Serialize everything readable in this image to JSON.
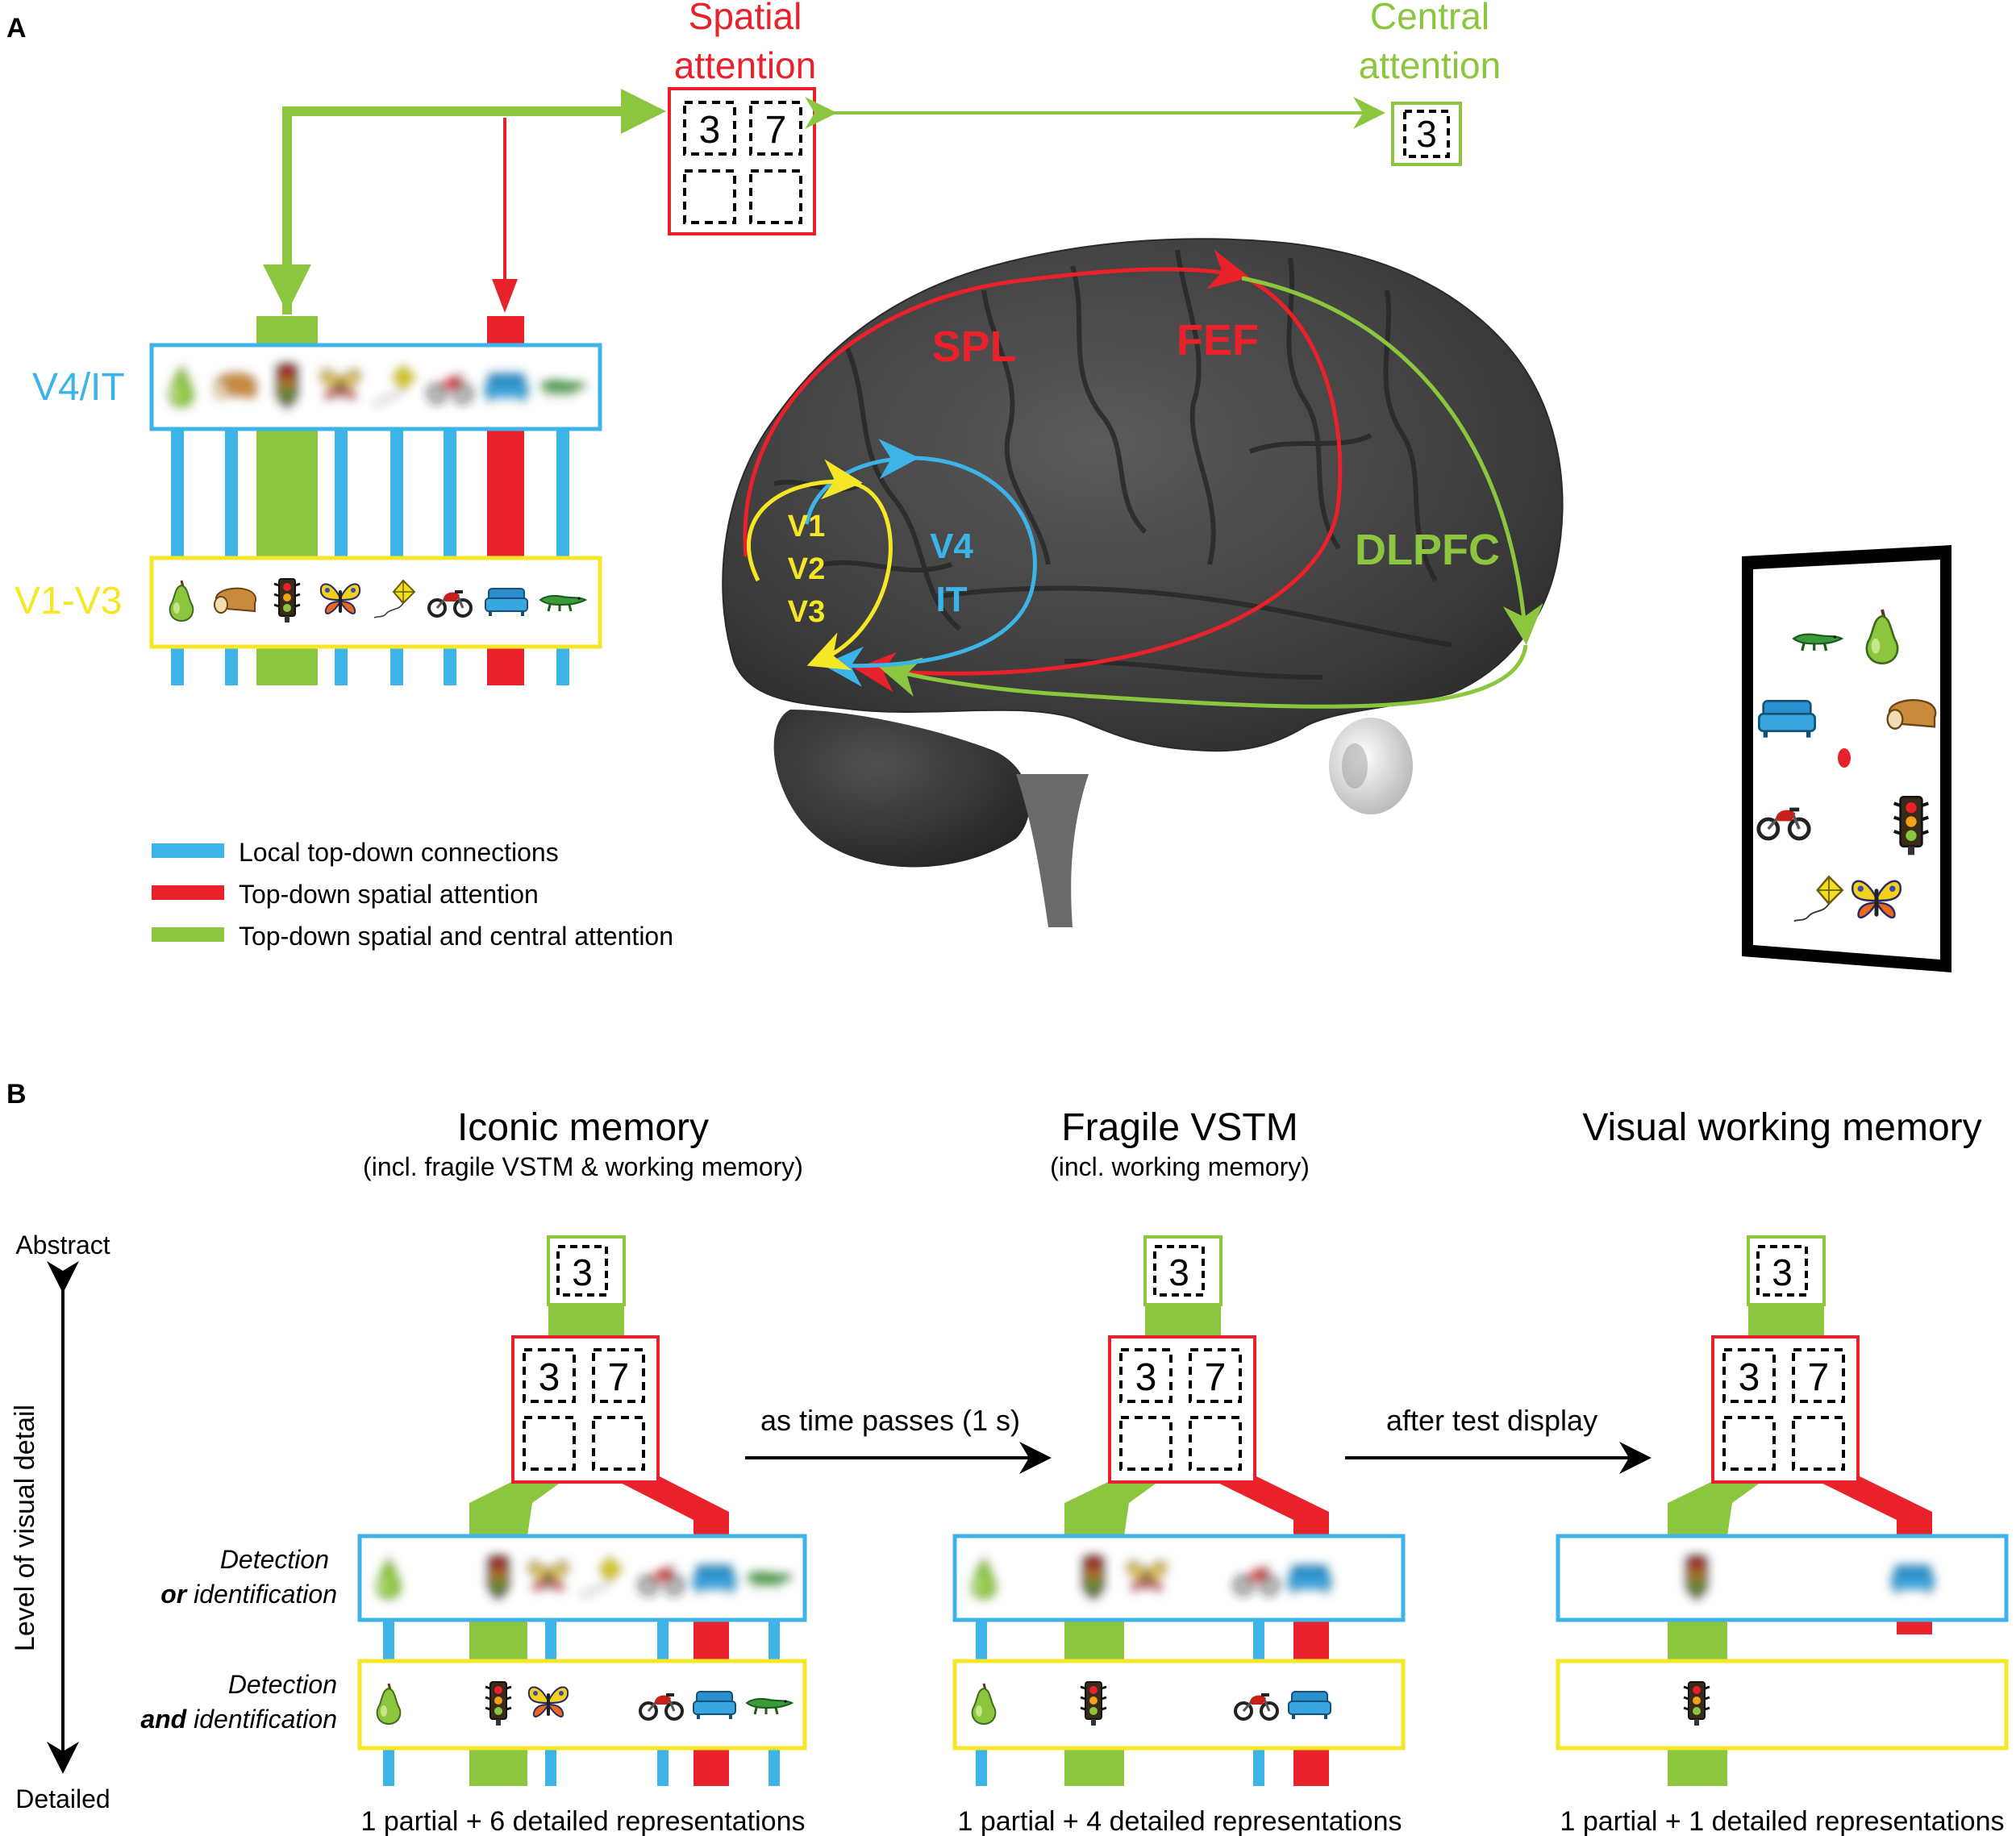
{
  "panel_a": {
    "letter": "A",
    "spatial_line1": "Spatial",
    "spatial_line2": "attention",
    "central_line1": "Central",
    "central_line2": "attention",
    "digit_left": "3",
    "digit_right": "7",
    "central_digit": "3",
    "v4it_label": "V4/IT",
    "v1v3_label": "V1-V3",
    "brain_labels": {
      "spl": "SPL",
      "fef": "FEF",
      "dlpfc": "DLPFC",
      "v1": "V1",
      "v2": "V2",
      "v3": "V3",
      "v4": "V4",
      "it": "IT"
    },
    "legend": [
      {
        "label": "Local top-down connections",
        "color": "#3db4e8"
      },
      {
        "label": "Top-down spatial attention",
        "color": "#e8212a"
      },
      {
        "label": "Top-down spatial and central attention",
        "color": "#8cc63f"
      }
    ]
  },
  "panel_b": {
    "letter": "B",
    "axis_top": "Abstract",
    "axis_bottom": "Detailed",
    "axis_label": "Level of visual detail",
    "row_top_line1": "Detection",
    "row_top_line2_em": "or",
    "row_top_line2_rest": " identification",
    "row_bottom_line1": "Detection",
    "row_bottom_line2_em": "and",
    "row_bottom_line2_rest": " identification",
    "arrow1_label": "as time passes (1 s)",
    "arrow2_label": "after test display",
    "stages": [
      {
        "title": "Iconic memory",
        "subtitle": "(incl. fragile VSTM & working memory)",
        "caption": "1 partial + 6 detailed representations",
        "digit_top": "3",
        "digit_left": "3",
        "digit_right": "7"
      },
      {
        "title": "Fragile VSTM",
        "subtitle": "(incl. working memory)",
        "caption": "1 partial + 4 detailed representations",
        "digit_top": "3",
        "digit_left": "3",
        "digit_right": "7"
      },
      {
        "title": "Visual working memory",
        "subtitle": "",
        "caption": "1 partial + 1 detailed representations",
        "digit_top": "3",
        "digit_left": "3",
        "digit_right": "7"
      }
    ]
  },
  "colors": {
    "blue": "#3db4e8",
    "red": "#e8212a",
    "green": "#8cc63f",
    "yellow": "#f5e726",
    "brain": "#4a4a4a"
  },
  "icons": [
    "pear-icon",
    "bread-icon",
    "traffic-light-icon",
    "butterfly-icon",
    "kite-icon",
    "motorcycle-icon",
    "sofa-icon",
    "crocodile-icon"
  ]
}
